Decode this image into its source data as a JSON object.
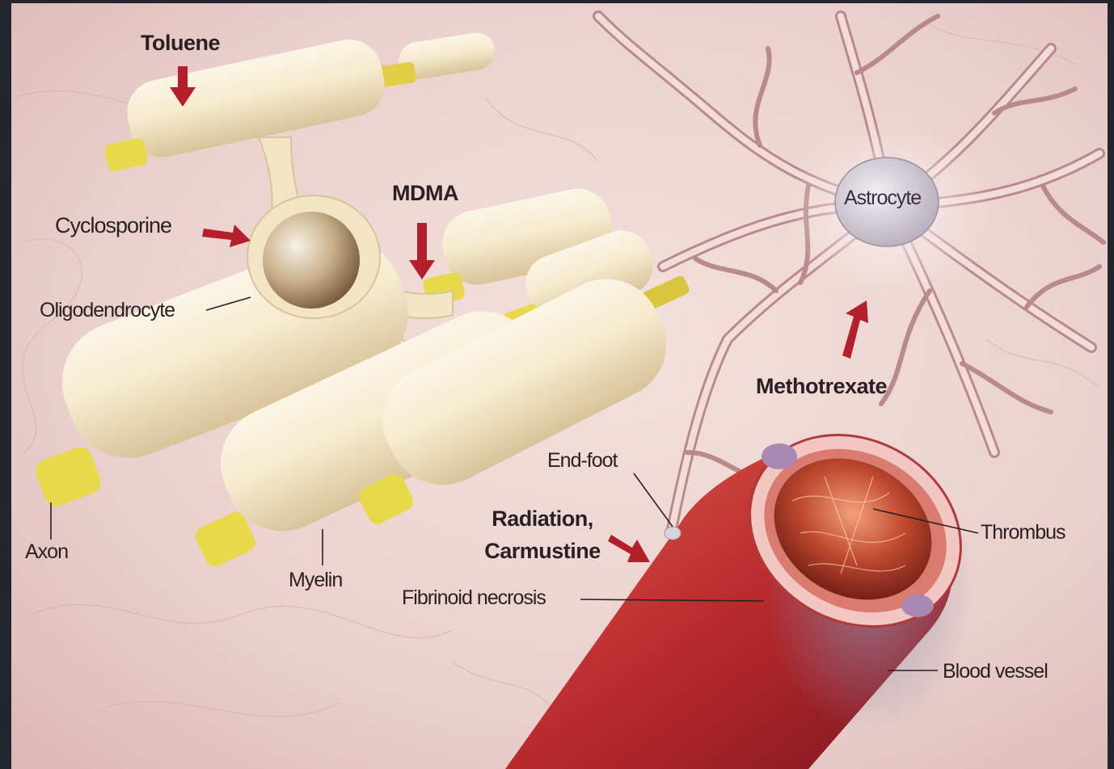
{
  "colors": {
    "frame": "#23262e",
    "tissue": "#efd6d6",
    "myelin": "#f5ead0",
    "axon": "#e8d94a",
    "arrow": "#b3202b",
    "vessel": "#b82c2c"
  },
  "labels": {
    "toluene": "Toluene",
    "mdma": "MDMA",
    "cyclosporine": "Cyclosporine",
    "oligodendrocyte": "Oligodendrocyte",
    "astrocyte": "Astrocyte",
    "methotrexate": "Methotrexate",
    "end_foot": "End-foot",
    "radiation_line1": "Radiation,",
    "radiation_line2": "Carmustine",
    "thrombus": "Thrombus",
    "axon": "Axon",
    "myelin": "Myelin",
    "fibrinoid_necrosis": "Fibrinoid necrosis",
    "blood_vessel": "Blood vessel"
  }
}
